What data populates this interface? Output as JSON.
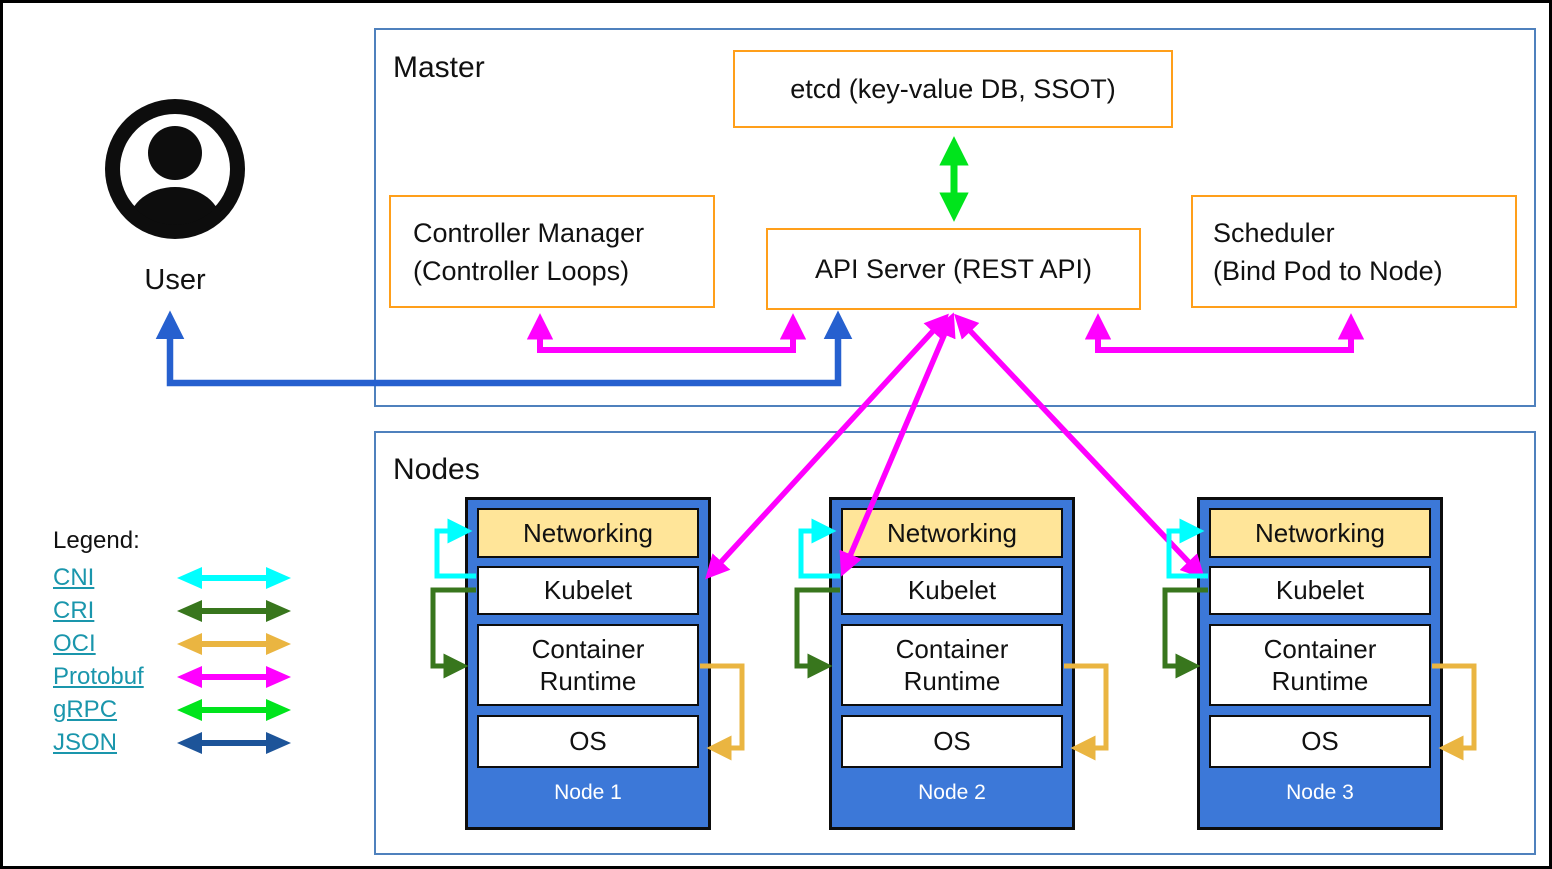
{
  "master": {
    "label": "Master",
    "etcd": "etcd (key-value DB, SSOT)",
    "controller_manager_line1": "Controller Manager",
    "controller_manager_line2": "(Controller Loops)",
    "api_server": "API Server (REST API)",
    "scheduler_line1": "Scheduler",
    "scheduler_line2": "(Bind Pod to Node)"
  },
  "nodes_section": {
    "label": "Nodes",
    "layers": [
      "Networking",
      "Kubelet",
      "Container Runtime",
      "OS"
    ],
    "items": [
      {
        "label": "Node 1"
      },
      {
        "label": "Node 2"
      },
      {
        "label": "Node 3"
      }
    ]
  },
  "user": {
    "label": "User"
  },
  "legend": {
    "title": "Legend:",
    "items": [
      {
        "label": "CNI",
        "color": "#00ffff"
      },
      {
        "label": "CRI",
        "color": "#38761d"
      },
      {
        "label": "OCI",
        "color": "#eab541"
      },
      {
        "label": "Protobuf",
        "color": "#ff00ff"
      },
      {
        "label": "gRPC",
        "color": "#00e41c"
      },
      {
        "label": "JSON",
        "color": "#1d5499"
      }
    ]
  },
  "connections": [
    {
      "from": "etcd",
      "to": "API Server",
      "protocol": "gRPC"
    },
    {
      "from": "Controller Manager",
      "to": "API Server",
      "protocol": "Protobuf"
    },
    {
      "from": "Scheduler",
      "to": "API Server",
      "protocol": "Protobuf"
    },
    {
      "from": "User",
      "to": "API Server",
      "protocol": "JSON"
    },
    {
      "from": "API Server",
      "to": "Node 1 Kubelet",
      "protocol": "Protobuf"
    },
    {
      "from": "API Server",
      "to": "Node 2 Kubelet",
      "protocol": "Protobuf"
    },
    {
      "from": "API Server",
      "to": "Node 3 Kubelet",
      "protocol": "Protobuf"
    },
    {
      "from": "Kubelet",
      "to": "Networking",
      "protocol": "CNI"
    },
    {
      "from": "Kubelet",
      "to": "Container Runtime",
      "protocol": "CRI"
    },
    {
      "from": "Container Runtime",
      "to": "OS",
      "protocol": "OCI"
    }
  ],
  "colors": {
    "cni": "#00ffff",
    "cri": "#38761d",
    "oci": "#eab541",
    "protobuf": "#ff00ff",
    "grpc": "#00e41c",
    "json_legend": "#1d5499",
    "user_arrow_blue": "#2660cf",
    "node_fill": "#3c78d8",
    "networking_fill": "#ffe599",
    "component_border": "#ff9f1a",
    "group_border": "#4f81bd",
    "legend_link": "#1a96ac"
  }
}
